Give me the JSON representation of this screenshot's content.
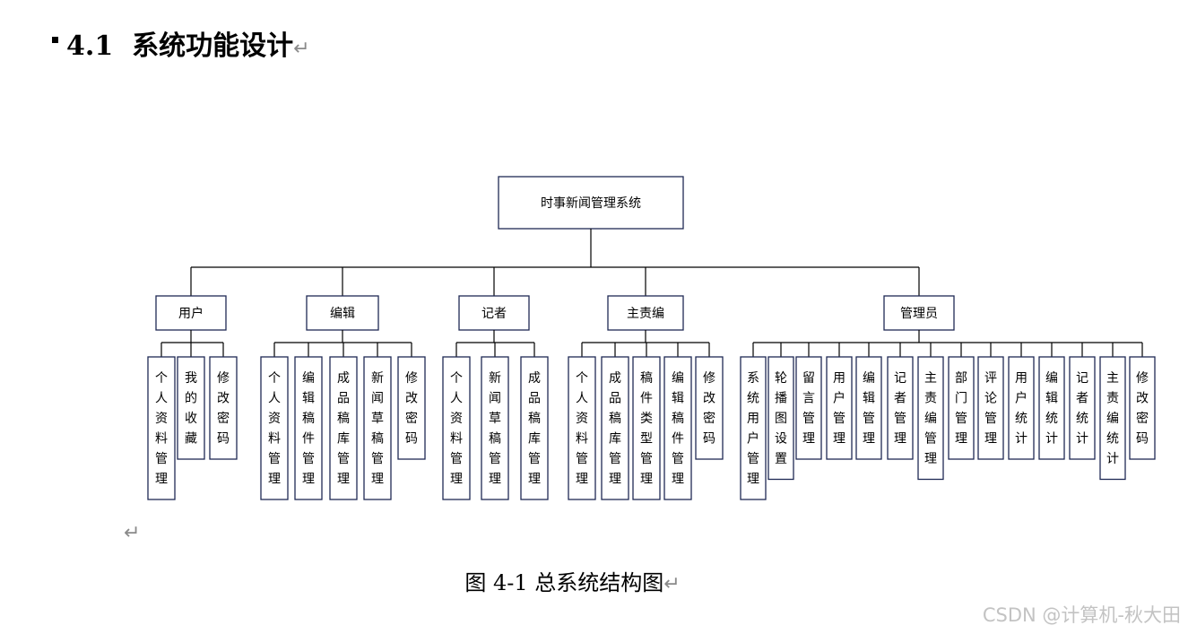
{
  "heading": {
    "number": "4.1",
    "title": "系统功能设计"
  },
  "return_mark": "↵",
  "diagram": {
    "root": "时事新闻管理系统",
    "roles": [
      {
        "label": "用户",
        "leaves": [
          "个人资料管理",
          "我的收藏",
          "修改密码"
        ]
      },
      {
        "label": "编辑",
        "leaves": [
          "个人资料管理",
          "编辑稿件管理",
          "成品稿库管理",
          "新闻草稿管理",
          "修改密码"
        ]
      },
      {
        "label": "记者",
        "leaves": [
          "个人资料管理",
          "新闻草稿管理",
          "成品稿库管理"
        ]
      },
      {
        "label": "主责编",
        "leaves": [
          "个人资料管理",
          "成品稿库管理",
          "稿件类型管理",
          "编辑稿件管理",
          "修改密码"
        ]
      },
      {
        "label": "管理员",
        "leaves": [
          "系统用户管理",
          "轮播图设置",
          "留言管理",
          "用户管理",
          "编辑管理",
          "记者管理",
          "主责编管理",
          "部门管理",
          "评论管理",
          "用户统计",
          "编辑统计",
          "记者统计",
          "主责编统计",
          "修改密码"
        ]
      }
    ]
  },
  "caption": "图 4-1  总系统结构图",
  "watermark": "CSDN @计算机-秋大田",
  "colors": {
    "box_stroke": "#1f2a55",
    "line": "#000000",
    "mark_gray": "#8a8a8a",
    "watermark": "#c3c3c3"
  }
}
